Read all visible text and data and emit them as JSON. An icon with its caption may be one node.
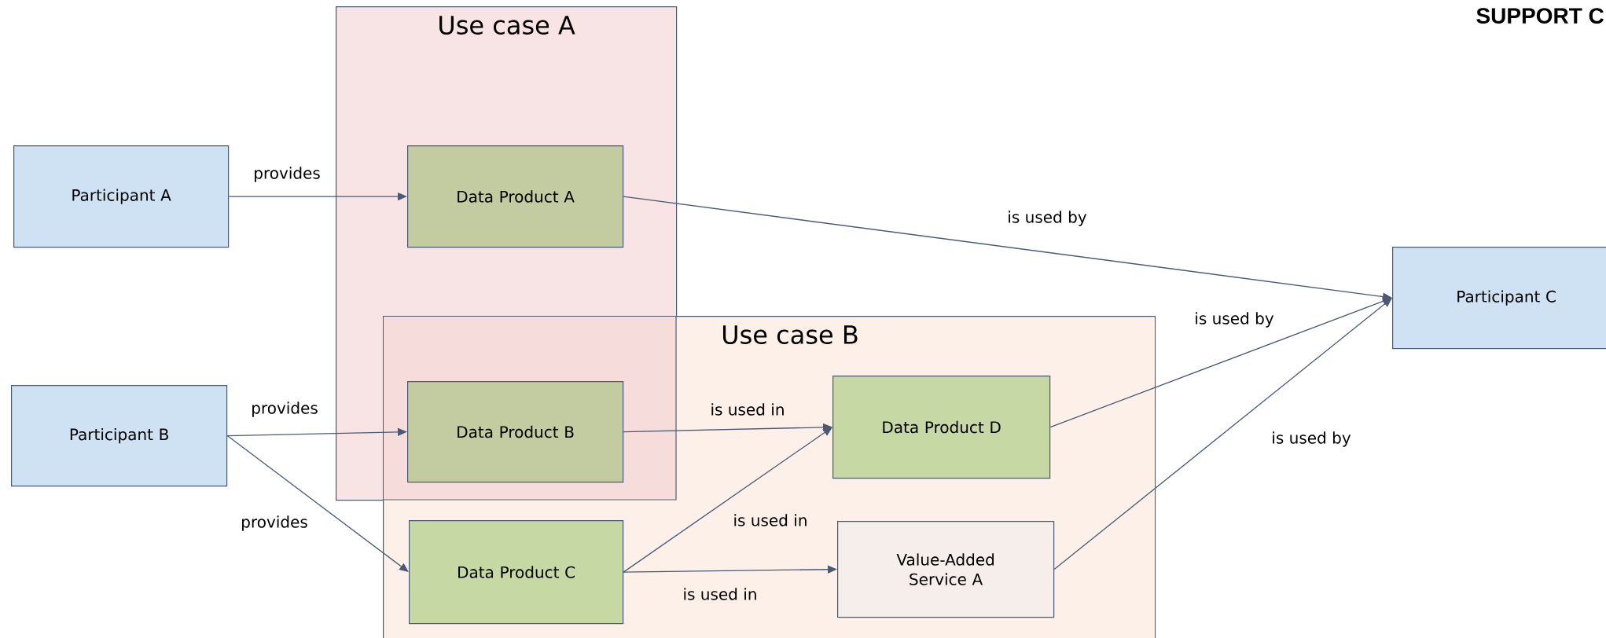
{
  "diagram": {
    "nodes": [
      {
        "text": [
          "Participant A"
        ]
      },
      {
        "text": [
          "Participant B"
        ]
      },
      {
        "text": [
          "Use case A"
        ]
      },
      {
        "text": [
          "Data Product A"
        ],
        "in": 2
      },
      {
        "text": [
          "Data Product B"
        ]
      },
      {
        "text": [
          "Use case B"
        ]
      },
      {
        "text": [
          "Data Product C"
        ],
        "in": 5
      },
      {
        "text": [
          "Data Product D"
        ],
        "in": 5
      },
      {
        "text": [
          "Value-Added Service A"
        ],
        "in": 5
      },
      {
        "text": [
          "Participant C"
        ]
      }
    ],
    "edges": [
      {
        "from": 0,
        "to": 3,
        "arrow": "to",
        "label": "provides"
      },
      {
        "from": 1,
        "to": 4,
        "arrow": "to",
        "label": "provides"
      },
      {
        "from": 1,
        "to": 6,
        "arrow": "to",
        "label": "provides"
      },
      {
        "from": 4,
        "to": 7,
        "arrow": "to",
        "label": "is used in"
      },
      {
        "from": 6,
        "to": 7,
        "arrow": "to",
        "label": "is used in"
      },
      {
        "from": 6,
        "to": 8,
        "arrow": "to",
        "label": "is used in"
      },
      {
        "from": 3,
        "to": 9,
        "arrow": "to",
        "label": "is used by"
      },
      {
        "from": 7,
        "to": 9,
        "arrow": "to",
        "label": "is used by"
      },
      {
        "from": 8,
        "to": 9,
        "arrow": "to",
        "label": "is used by"
      }
    ],
    "labels": [
      "SUPPORT C"
    ]
  }
}
